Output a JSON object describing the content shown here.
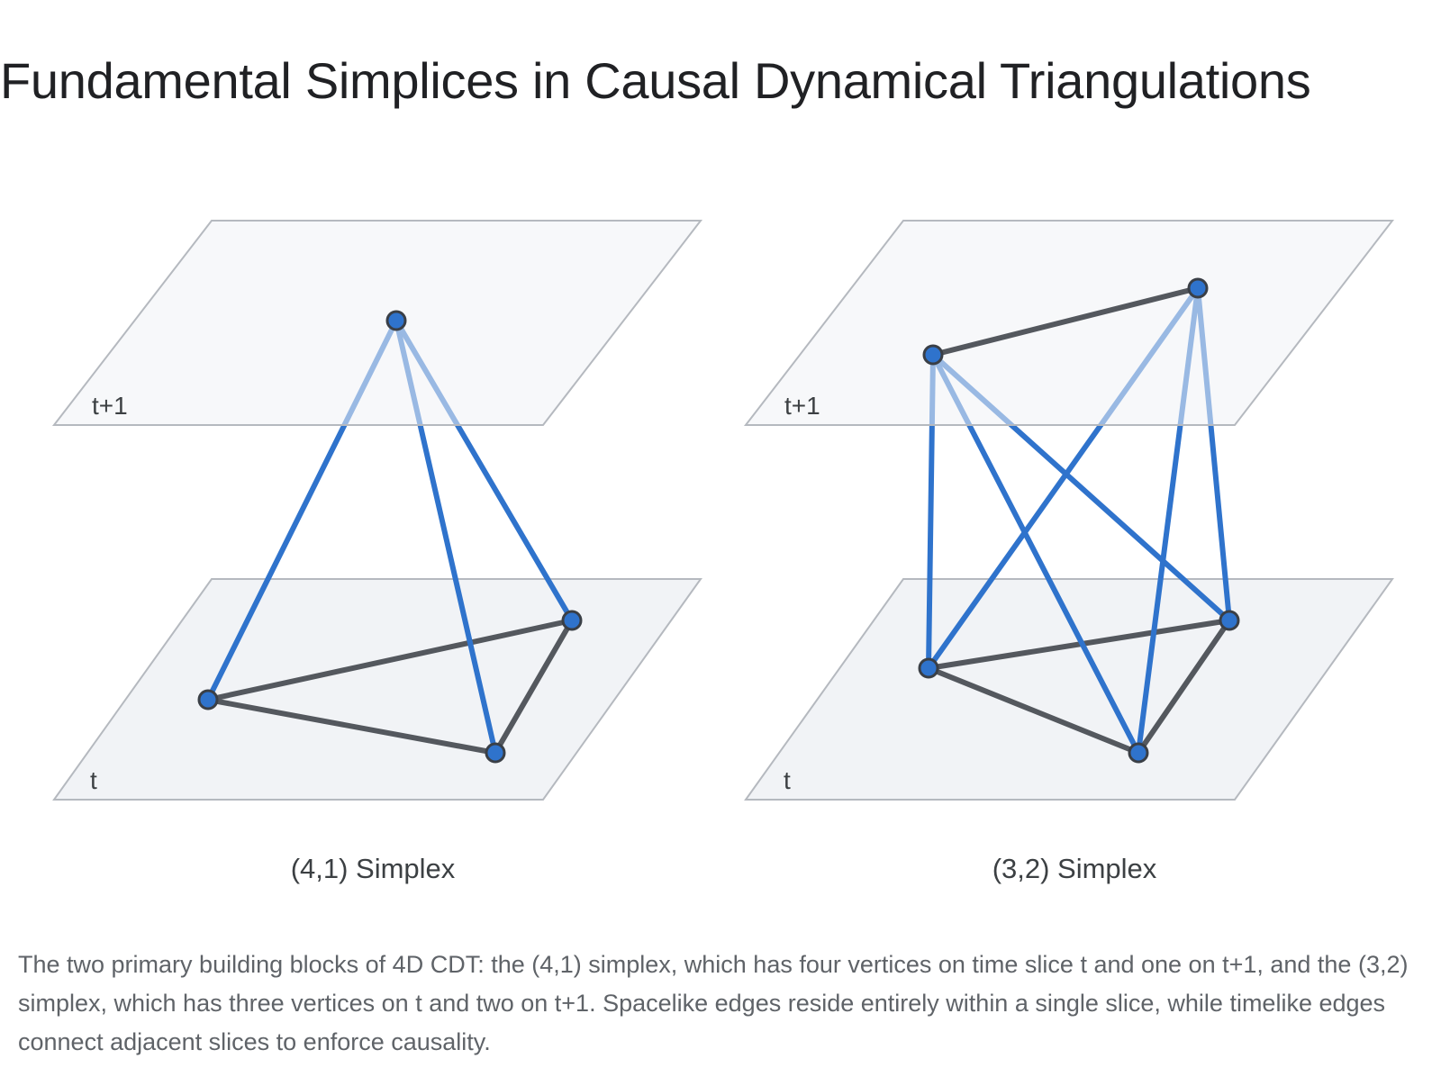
{
  "title": "Fundamental Simplices in Causal Dynamical Triangulations",
  "colors": {
    "slice_fill": "#f1f3f6",
    "slice_stroke": "#b5b9bf",
    "timelike_edge": "#2f73cc",
    "spacelike_edge": "#54585e",
    "vertex_fill": "#2f73cc",
    "vertex_stroke": "#3a3f46"
  },
  "panels": [
    {
      "caption": "(4,1) Simplex",
      "upper_slice_label": "t+1",
      "lower_slice_label": "t"
    },
    {
      "caption": "(3,2) Simplex",
      "upper_slice_label": "t+1",
      "lower_slice_label": "t"
    }
  ],
  "description": "The two primary building blocks of 4D CDT: the (4,1) simplex, which has four vertices on time slice t and one on t+1, and the (3,2) simplex, which has three vertices on t and two on t+1. Spacelike edges reside entirely within a single slice, while timelike edges connect adjacent slices to enforce causality."
}
